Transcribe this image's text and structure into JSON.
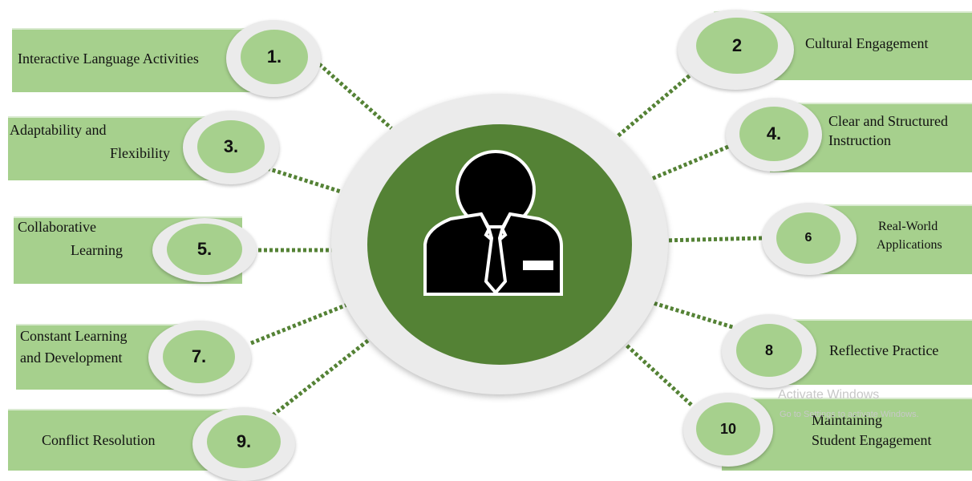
{
  "items": [
    {
      "num": "1.",
      "label": "Interactive Language Activities"
    },
    {
      "num": "2",
      "label": "Cultural Engagement"
    },
    {
      "num": "3.",
      "label_line1": "Adaptability and",
      "label_line2": "Flexibility"
    },
    {
      "num": "4.",
      "label_line1": "Clear and Structured",
      "label_line2": "Instruction"
    },
    {
      "num": "5.",
      "label_line1": "Collaborative",
      "label_line2": "Learning"
    },
    {
      "num": "6",
      "label_line1": "Real-World",
      "label_line2": "Applications"
    },
    {
      "num": "7.",
      "label_line1": "Constant Learning",
      "label_line2": "and Development"
    },
    {
      "num": "8",
      "label": "Reflective Practice"
    },
    {
      "num": "9.",
      "label": "Conflict Resolution"
    },
    {
      "num": "10",
      "label_line1": "Maintaining",
      "label_line2": "Student Engagement"
    }
  ],
  "center_icon": "teacher-person-icon",
  "watermark": {
    "line1": "Activate Windows",
    "line2": "Go to Settings to activate Windows."
  },
  "colors": {
    "box": "#a6d08d",
    "center": "#548235",
    "ring": "#ebebeb",
    "connector": "#548235"
  }
}
